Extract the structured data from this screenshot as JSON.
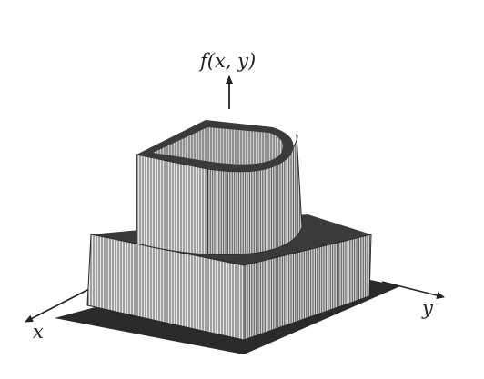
{
  "figure": {
    "axis_labels": {
      "z": "f(x, y)",
      "x": "x",
      "y": "y"
    },
    "colors": {
      "background": "#ffffff",
      "ink": "#222222",
      "base_plate": "#2a2a2a",
      "top_face": "#3a3a3a",
      "side_face": "#e6e6e6",
      "hatch": "#4a4a4a"
    }
  }
}
